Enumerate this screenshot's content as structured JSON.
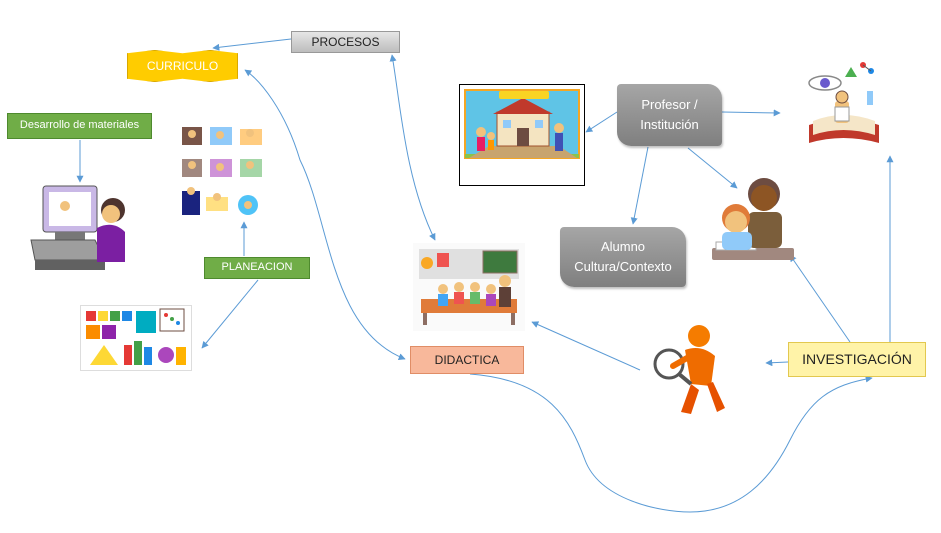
{
  "nodes": {
    "procesos": "PROCESOS",
    "curriculo": "CURRICULO",
    "desarrollo": "Desarrollo de materiales",
    "planeacion": "PLANEACION",
    "didactica": "DIDACTICA",
    "investigacion": "INVESTIGACIÓN",
    "profesor": [
      "Profesor /",
      "Institución"
    ],
    "alumno": [
      "Alumno",
      "Cultura/Contexto"
    ]
  },
  "images": {
    "school": "school-icon",
    "science": "science-book-icon",
    "students": "students-icon",
    "classroom": "classroom-icon",
    "detective": "magnifier-figure-icon",
    "computer": "computer-user-icon",
    "planning": "planning-icons-grid",
    "materials": "teaching-materials-icon"
  },
  "colors": {
    "edge": "#5b9bd5",
    "curriculo": "#ffcc00",
    "green": "#70ad47",
    "didactica": "#f8b89b",
    "investigacion": "#fff3a8",
    "scroll": "#8c8c8c"
  }
}
